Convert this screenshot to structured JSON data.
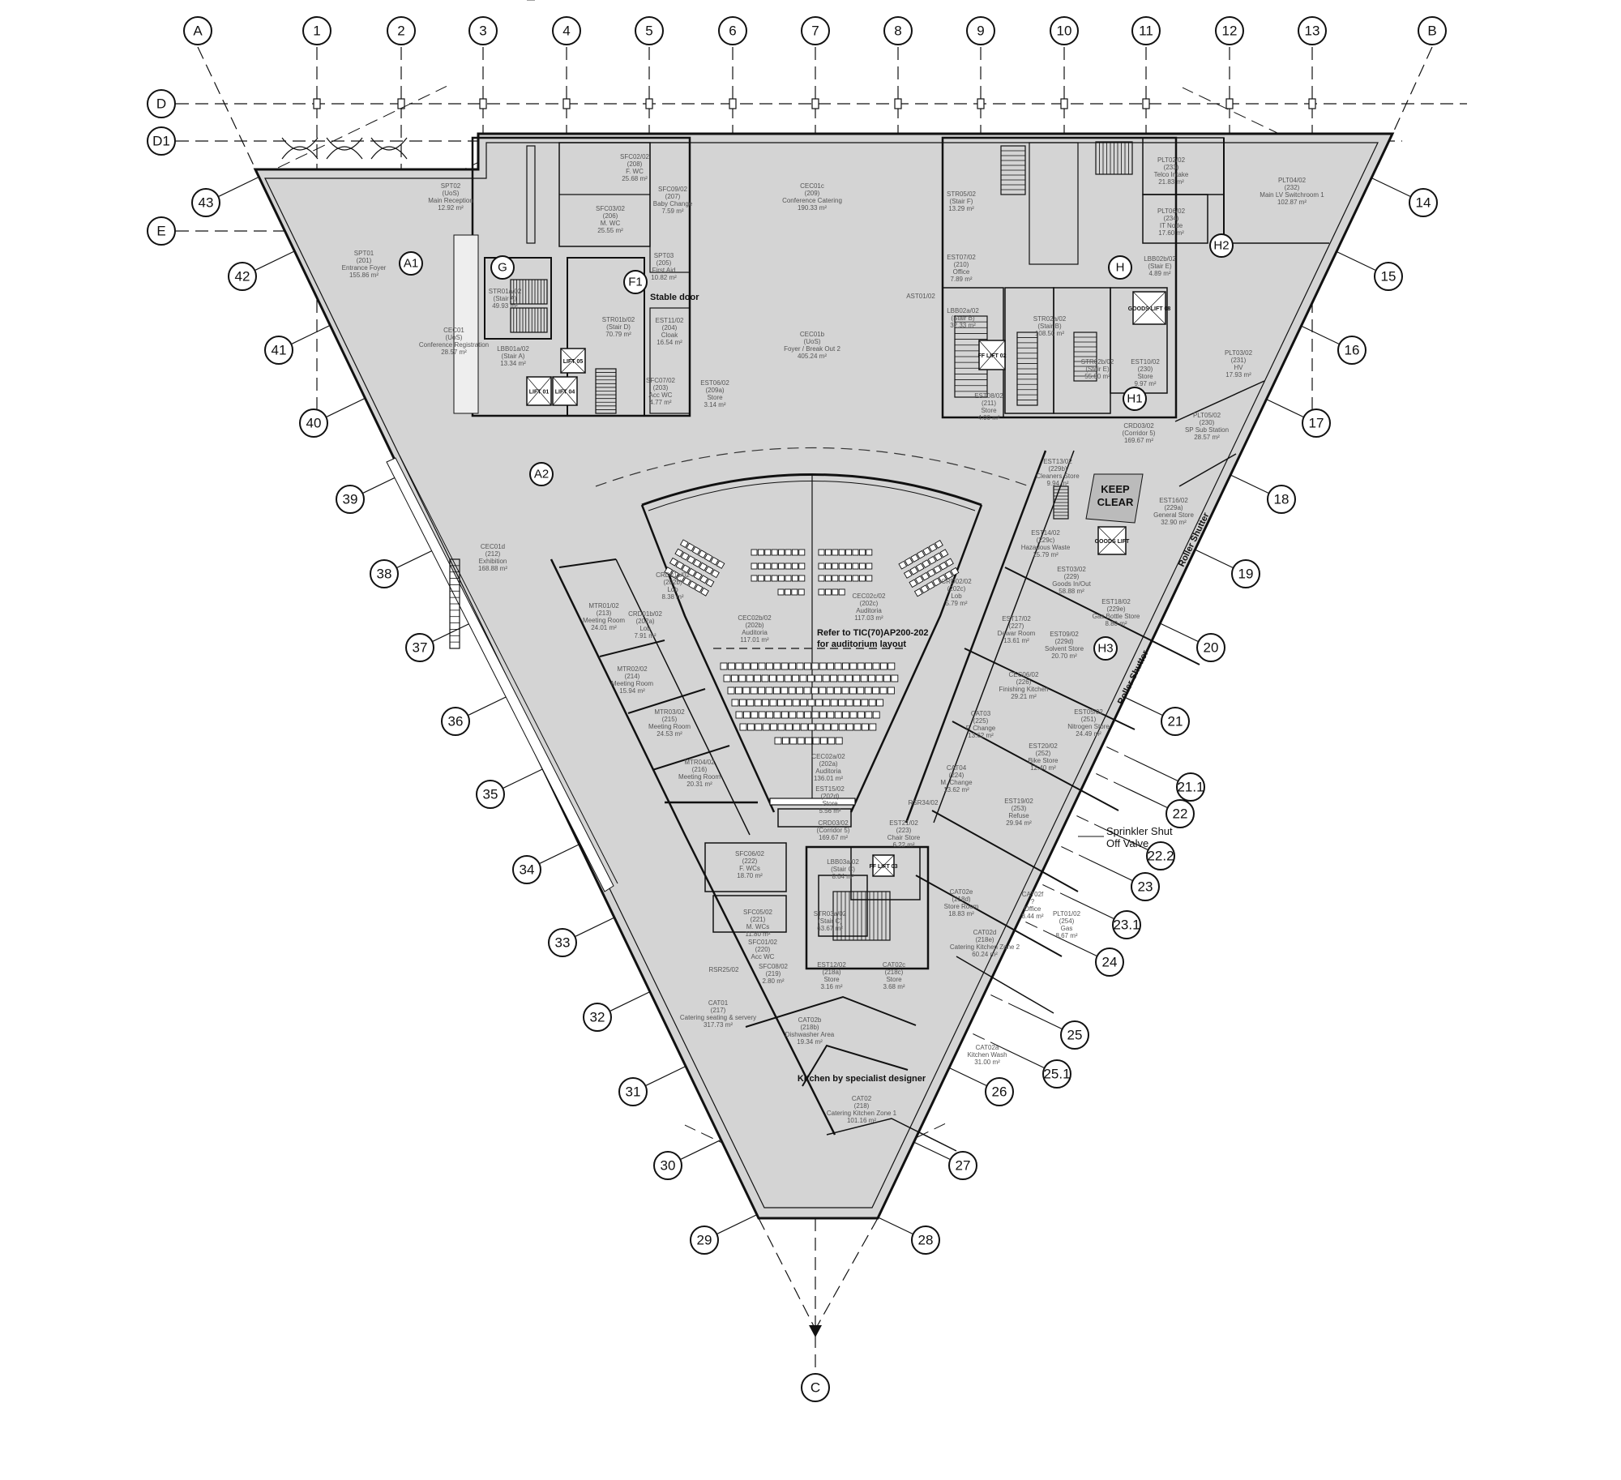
{
  "colors": {
    "floor_fill": "#d4d4d4",
    "wall": "#111111",
    "grid_line": "#444444",
    "background": "#ffffff"
  },
  "grid": {
    "columns": [
      "A",
      "1",
      "2",
      "3",
      "4",
      "5",
      "6",
      "7",
      "8",
      "9",
      "10",
      "11",
      "12",
      "13",
      "B"
    ],
    "rows": [
      "D",
      "D1",
      "E"
    ],
    "apex": "C",
    "perimeter_left": [
      "43",
      "42",
      "41",
      "40",
      "39",
      "38",
      "37",
      "36",
      "35",
      "34",
      "33",
      "32",
      "31",
      "30",
      "29"
    ],
    "perimeter_right": [
      "14",
      "15",
      "16",
      "17",
      "18",
      "19",
      "20",
      "21",
      "21.1",
      "22",
      "22.2",
      "23",
      "23.1",
      "24",
      "25",
      "25.1",
      "26",
      "27",
      "28"
    ],
    "sub_markers": [
      "A1",
      "A2",
      "G",
      "F1",
      "H",
      "H1",
      "H2",
      "H3"
    ]
  },
  "rooms": [
    {
      "code": "SPT02",
      "number": "(UoS)",
      "name": "Main Reception",
      "area": "12.92 m²"
    },
    {
      "code": "SPT01",
      "number": "(201)",
      "name": "Entrance Foyer",
      "area": "155.86 m²"
    },
    {
      "code": "CEC01",
      "number": "(UoS)",
      "name": "Conference Registration",
      "area": "28.57 m²"
    },
    {
      "code": "STR01a/02",
      "number": "(Stair A)",
      "area": "49.93 m²"
    },
    {
      "code": "LBB01a/02",
      "number": "(Stair A)",
      "area": "13.34 m²"
    },
    {
      "code": "STR01b/02",
      "number": "(Stair D)",
      "area": "70.79 m²"
    },
    {
      "code": "SFC03/02",
      "number": "(206)",
      "name": "M. WC",
      "area": "25.55 m²"
    },
    {
      "code": "SFC02/02",
      "number": "(208)",
      "name": "F. WC",
      "area": "25.68 m²"
    },
    {
      "code": "SPT03",
      "number": "(205)",
      "name": "First Aid",
      "area": "10.82 m²"
    },
    {
      "code": "EST11/02",
      "number": "(204)",
      "name": "Cloak",
      "area": "16.54 m²"
    },
    {
      "code": "EST06/02",
      "number": "(209a)",
      "name": "Store",
      "area": "3.14 m²"
    },
    {
      "code": "SFC07/02",
      "number": "(203)",
      "name": "Acc WC",
      "area": "4.77 m²"
    },
    {
      "code": "SFC09/02",
      "number": "(207)",
      "name": "Baby Change",
      "area": "7.59 m²"
    },
    {
      "code": "CEC01c",
      "number": "(209)",
      "name": "Conference Catering",
      "area": "190.33 m²"
    },
    {
      "code": "CEC01b",
      "number": "(UoS)",
      "name": "Foyer / Break Out 2",
      "area": "405.24 m²"
    },
    {
      "code": "STR05/02",
      "number": "(Stair F)",
      "area": "13.29 m²"
    },
    {
      "code": "EST07/02",
      "number": "(210)",
      "name": "Office",
      "area": "7.89 m²"
    },
    {
      "code": "AST01/02"
    },
    {
      "code": "LBB02a/02",
      "number": "(Stair B)",
      "area": "32.33 m²"
    },
    {
      "code": "STR02a/02",
      "number": "(Stair B)",
      "area": "108.50 m²"
    },
    {
      "code": "EST08/02",
      "number": "(211)",
      "name": "Store",
      "area": "4.00 m²"
    },
    {
      "code": "STR02b/02",
      "number": "(Stair E)",
      "area": "55.80 m²"
    },
    {
      "code": "EST10/02",
      "number": "(230)",
      "name": "Store",
      "area": "9.97 m²"
    },
    {
      "code": "LBB02b/02",
      "number": "(Stair E)",
      "area": "4.89 m²"
    },
    {
      "code": "PLT02/02",
      "number": "(233)",
      "name": "Telco Intake",
      "area": "21.83 m²"
    },
    {
      "code": "PLT06/02",
      "number": "(234)",
      "name": "IT Node",
      "area": "17.60 m²"
    },
    {
      "code": "PLT04/02",
      "number": "(232)",
      "name": "Main LV Switchroom 1",
      "area": "102.87 m²"
    },
    {
      "code": "PLT03/02",
      "number": "(231)",
      "name": "HV",
      "area": "17.93 m²"
    },
    {
      "code": "PLT05/02",
      "number": "(230)",
      "name": "SP Sub Station",
      "area": "28.57 m²"
    },
    {
      "code": "CRD03/02",
      "number": "(Corridor 5)",
      "area": "169.67 m²"
    },
    {
      "code": "CEC01d",
      "number": "(212)",
      "name": "Exhibition",
      "area": "168.88 m²"
    },
    {
      "code": "CRD01a/02",
      "number": "(202b)",
      "name": "Lob",
      "area": "8.38 m²"
    },
    {
      "code": "CRD01b/02",
      "number": "(202a)",
      "name": "Lob",
      "area": "7.91 m²"
    },
    {
      "code": "MTR01/02",
      "number": "(213)",
      "name": "Meeting Room",
      "area": "24.01 m²"
    },
    {
      "code": "MTR02/02",
      "number": "(214)",
      "name": "Meeting Room",
      "area": "15.94 m²"
    },
    {
      "code": "MTR03/02",
      "number": "(215)",
      "name": "Meeting Room",
      "area": "24.53 m²"
    },
    {
      "code": "MTR04/02",
      "number": "(216)",
      "name": "Meeting Room",
      "area": "20.31 m²"
    },
    {
      "code": "CEC02b/02",
      "number": "(202b)",
      "name": "Auditoria",
      "area": "117.01 m²"
    },
    {
      "code": "CEC02c/02",
      "number": "(202c)",
      "name": "Auditoria",
      "area": "117.03 m²"
    },
    {
      "code": "CRD02/02",
      "number": "(202c)",
      "name": "Lob",
      "area": "5.79 m²"
    },
    {
      "code": "CEC02a/02",
      "number": "(202a)",
      "name": "Auditoria",
      "area": "136.01 m²"
    },
    {
      "code": "EST13/02",
      "number": "(229b)",
      "name": "Cleaners Store",
      "area": "9.94 m²"
    },
    {
      "code": "EST16/02",
      "number": "(229a)",
      "name": "General Store",
      "area": "32.90 m²"
    },
    {
      "code": "EST14/02",
      "number": "(229c)",
      "name": "Hazadous Waste",
      "area": "15.79 m²"
    },
    {
      "code": "EST03/02",
      "number": "(229)",
      "name": "Goods In/Out",
      "area": "58.88 m²"
    },
    {
      "code": "EST18/02",
      "number": "(229e)",
      "name": "Gas Bottle Store",
      "area": "8.80 m²"
    },
    {
      "code": "EST17/02",
      "number": "(227)",
      "name": "Dewar Room",
      "area": "13.61 m²"
    },
    {
      "code": "EST09/02",
      "number": "(229d)",
      "name": "Solvent Store",
      "area": "20.70 m²"
    },
    {
      "code": "CEC06/02",
      "number": "(226)",
      "name": "Finishing Kitchen",
      "area": "29.21 m²"
    },
    {
      "code": "EST05/02",
      "number": "(251)",
      "name": "Nitrogen Store",
      "area": "24.49 m²"
    },
    {
      "code": "CAT03",
      "number": "(225)",
      "name": "F. Change",
      "area": "13.62 m²"
    },
    {
      "code": "EST20/02",
      "number": "(252)",
      "name": "Bike Store",
      "area": "12.40 m²"
    },
    {
      "code": "CAT04",
      "number": "(224)",
      "name": "M. Change",
      "area": "13.62 m²"
    },
    {
      "code": "EST19/02",
      "number": "(253)",
      "name": "Refuse",
      "area": "29.94 m²"
    },
    {
      "code": "EST15/02",
      "number": "(202d)",
      "name": "Store",
      "area": "5.56 m²"
    },
    {
      "code": "RSR34/02"
    },
    {
      "code": "CRD03/02",
      "number": "(Corridor 5)",
      "area": "169.67 m²"
    },
    {
      "code": "EST21/02",
      "number": "(223)",
      "name": "Chair Store",
      "area": "6.22 m²"
    },
    {
      "code": "SFC06/02",
      "number": "(222)",
      "name": "F. WCs",
      "area": "18.70 m²"
    },
    {
      "code": "LBB03a/02",
      "number": "(Stair C)",
      "area": "8.64 m²"
    },
    {
      "code": "SFC05/02",
      "number": "(221)",
      "name": "M. WCs",
      "area": "11.80 m²"
    },
    {
      "code": "STR03a/02",
      "number": "(Stair C)",
      "area": "63.67 m²"
    },
    {
      "code": "SFC01/02",
      "number": "(220)",
      "name": "Acc WC"
    },
    {
      "code": "SFC08/02",
      "number": "(219)",
      "area": "2.80 m²"
    },
    {
      "code": "RSR25/02"
    },
    {
      "code": "EST12/02",
      "number": "(218a)",
      "name": "Store",
      "area": "3.16 m²"
    },
    {
      "code": "CAT02c",
      "number": "(218c)",
      "name": "Store",
      "area": "3.68 m²"
    },
    {
      "code": "CAT02e",
      "number": "(218d)",
      "name": "Store Room",
      "area": "18.83 m²"
    },
    {
      "code": "CAT02f",
      "number": "?",
      "name": "Office",
      "area": "8.44 m²"
    },
    {
      "code": "PLT01/02",
      "number": "(254)",
      "name": "Gas",
      "area": "8.67 m²"
    },
    {
      "code": "CAT02d",
      "number": "(218e)",
      "name": "Catering Kitchen Zone 2",
      "area": "60.24 m²"
    },
    {
      "code": "CAT01",
      "number": "(217)",
      "name": "Catering seating & servery",
      "area": "317.73 m²"
    },
    {
      "code": "CAT02b",
      "number": "(218b)",
      "name": "Dishwasher Area",
      "area": "19.34 m²"
    },
    {
      "code": "CAT02a",
      "name": "Kitchen Wash",
      "area": "31.00 m²"
    },
    {
      "code": "CAT02",
      "number": "(218)",
      "name": "Catering Kitchen Zone 1",
      "area": "101.16 m²"
    }
  ],
  "notes": {
    "auditorium_ref_1": "Refer to TIC(70)AP200-202",
    "auditorium_ref_2": "for auditorium layout",
    "kitchen": "Kitchen by specialist designer",
    "sprinkler_1": "Sprinkler Shut",
    "sprinkler_2": "Off Valve",
    "keep_clear_1": "KEEP",
    "keep_clear_2": "CLEAR",
    "stable_door": "Stable door",
    "roller_shutter": "Roller Shutter"
  },
  "lifts": [
    "LIFT 01",
    "LIFT 04",
    "LIFT 05",
    "FF LIFT 02",
    "GOODS LIFT 08",
    "FF LIFT 03",
    "GOODS LIFT"
  ]
}
